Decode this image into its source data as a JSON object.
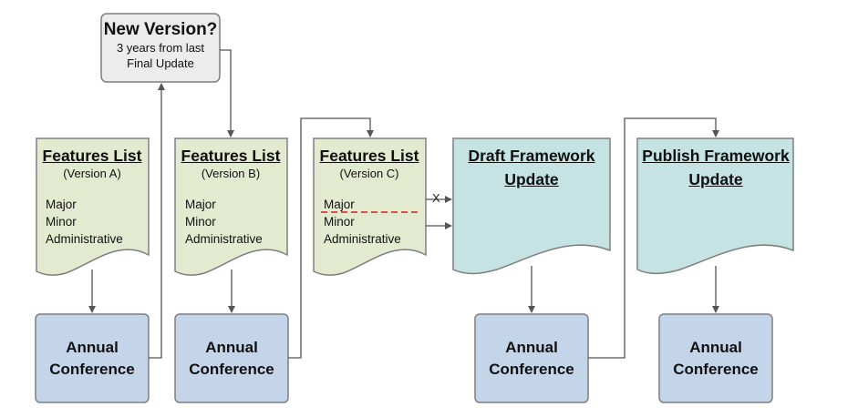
{
  "new_version": {
    "title": "New Version?",
    "line1": "3 years from last",
    "line2": "Final Update"
  },
  "features_lists": [
    {
      "title": "Features List",
      "version": "(Version A)",
      "items": [
        "Major",
        "Minor",
        "Administrative"
      ]
    },
    {
      "title": "Features List",
      "version": "(Version B)",
      "items": [
        "Major",
        "Minor",
        "Administrative"
      ]
    },
    {
      "title": "Features List",
      "version": "(Version C)",
      "items": [
        "Major",
        "Minor",
        "Administrative"
      ]
    }
  ],
  "frameworks": [
    {
      "line1": "Draft Framework",
      "line2": "Update"
    },
    {
      "line1": "Publish Framework",
      "line2": "Update"
    }
  ],
  "conferences": [
    {
      "line1": "Annual",
      "line2": "Conference"
    },
    {
      "line1": "Annual",
      "line2": "Conference"
    },
    {
      "line1": "Annual",
      "line2": "Conference"
    },
    {
      "line1": "Annual",
      "line2": "Conference"
    }
  ],
  "blocked_marker": "X",
  "colors": {
    "features_fill": "#e2ead0",
    "framework_fill": "#c5e3e3",
    "conference_fill": "#c4d4e9",
    "new_version_fill": "#ececec",
    "stroke": "#7f7f7f",
    "dashed_line": "#d43b3b"
  }
}
